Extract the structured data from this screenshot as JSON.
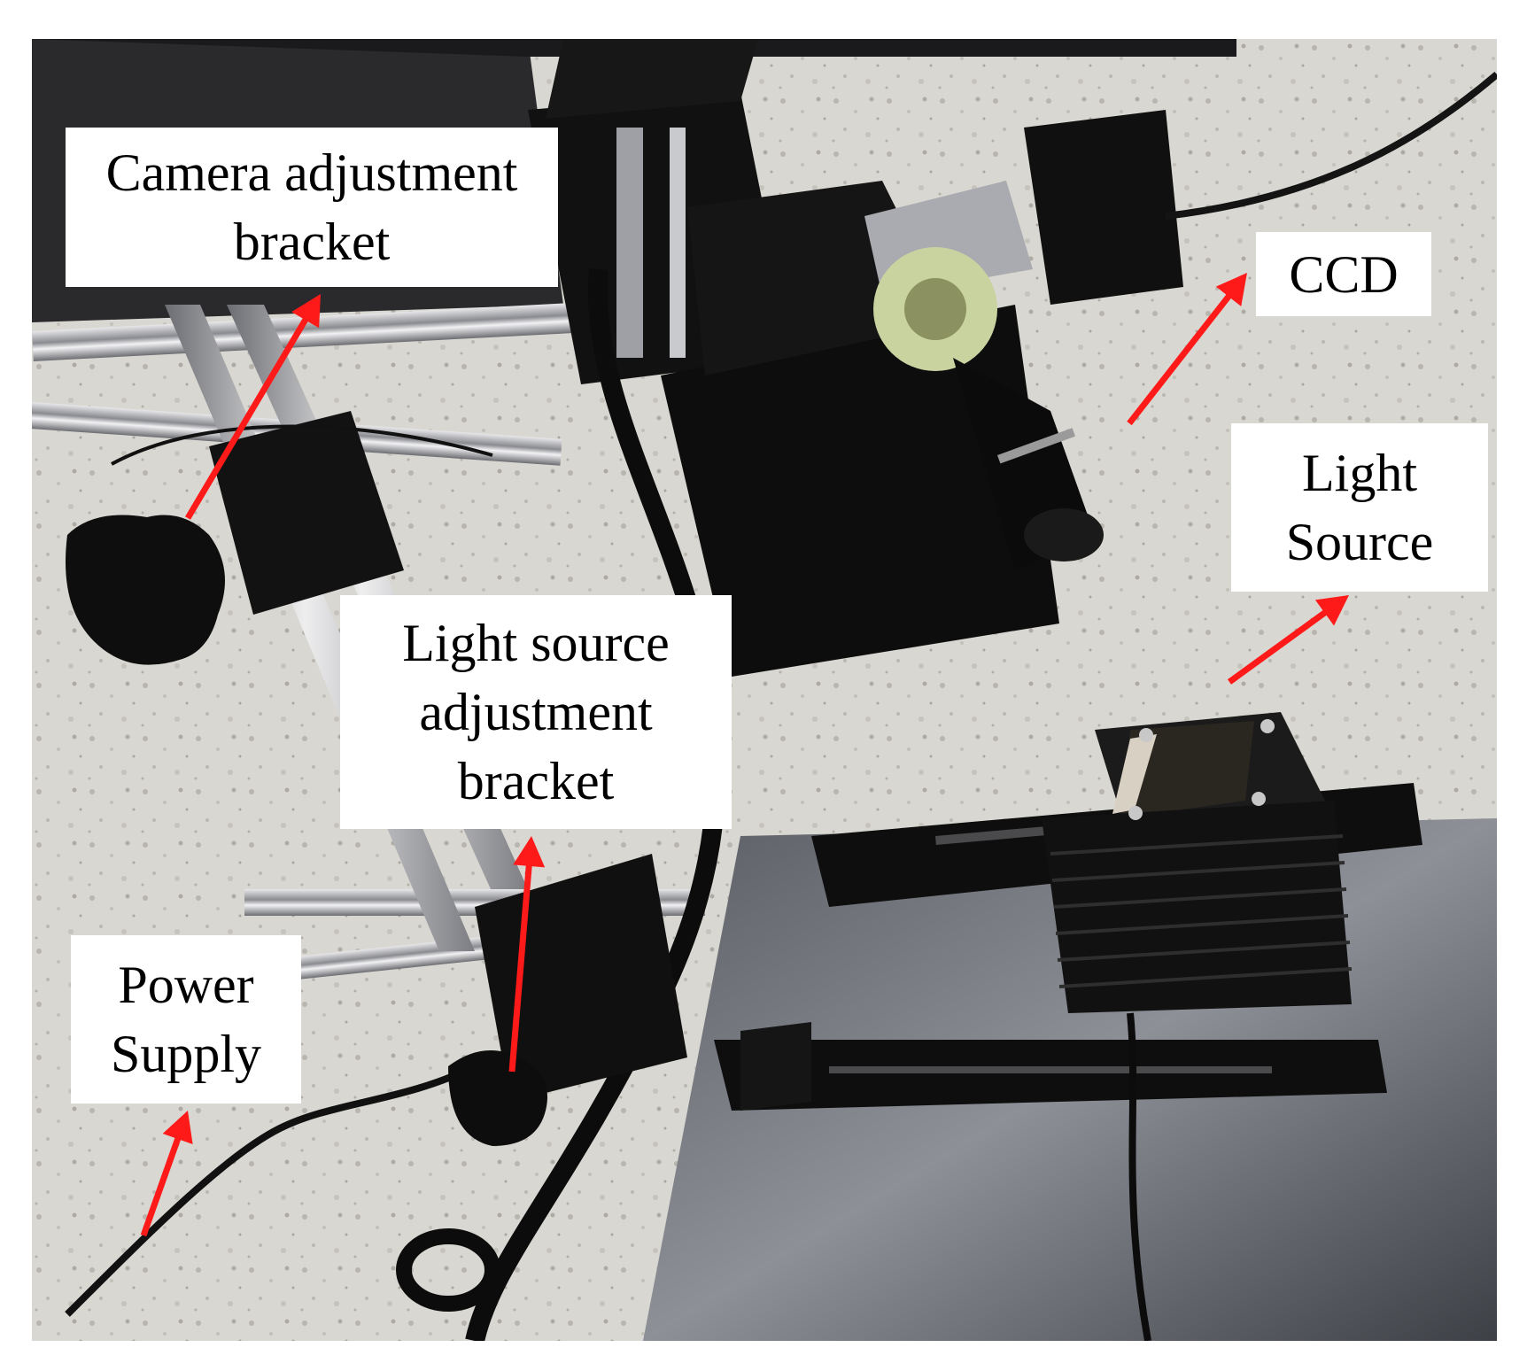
{
  "labels": {
    "camera_bracket": [
      "Camera adjustment",
      "bracket"
    ],
    "ccd": [
      "CCD"
    ],
    "light_source": [
      "Light",
      "Source"
    ],
    "light_source_bracket": [
      "Light source",
      "adjustment",
      "bracket"
    ],
    "power_supply": [
      "Power",
      "Supply"
    ]
  },
  "colors": {
    "arrow": "#ff1a1a",
    "label_background": "#ffffff",
    "floor": "#d8d6d0",
    "equipment": "#141414"
  }
}
